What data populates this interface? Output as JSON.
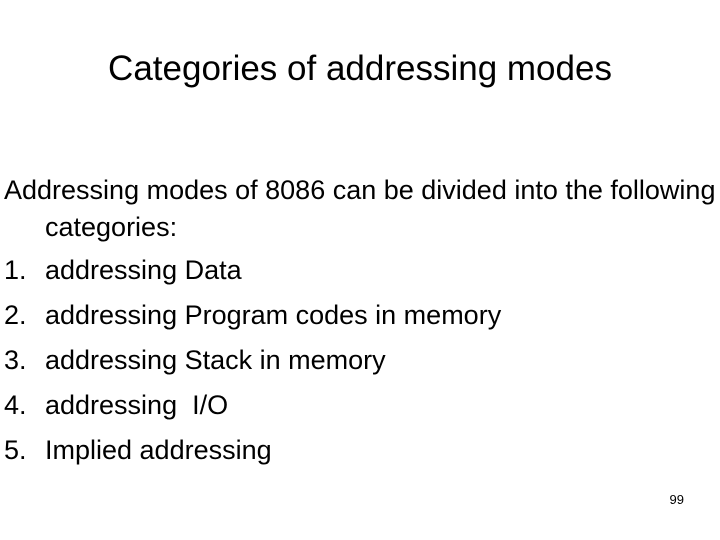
{
  "slide": {
    "title": "Categories of addressing modes",
    "intro": "Addressing modes of 8086 can be divided into the following categories:",
    "items": [
      {
        "number": "1.",
        "text": "addressing Data"
      },
      {
        "number": "2.",
        "text": "addressing Program codes in memory"
      },
      {
        "number": "3.",
        "text": "addressing Stack in memory"
      },
      {
        "number": "4.",
        "text": "addressing  I/O"
      },
      {
        "number": "5.",
        "text": "Implied addressing"
      }
    ],
    "page_number": "99",
    "colors": {
      "background": "#ffffff",
      "text": "#000000"
    }
  }
}
